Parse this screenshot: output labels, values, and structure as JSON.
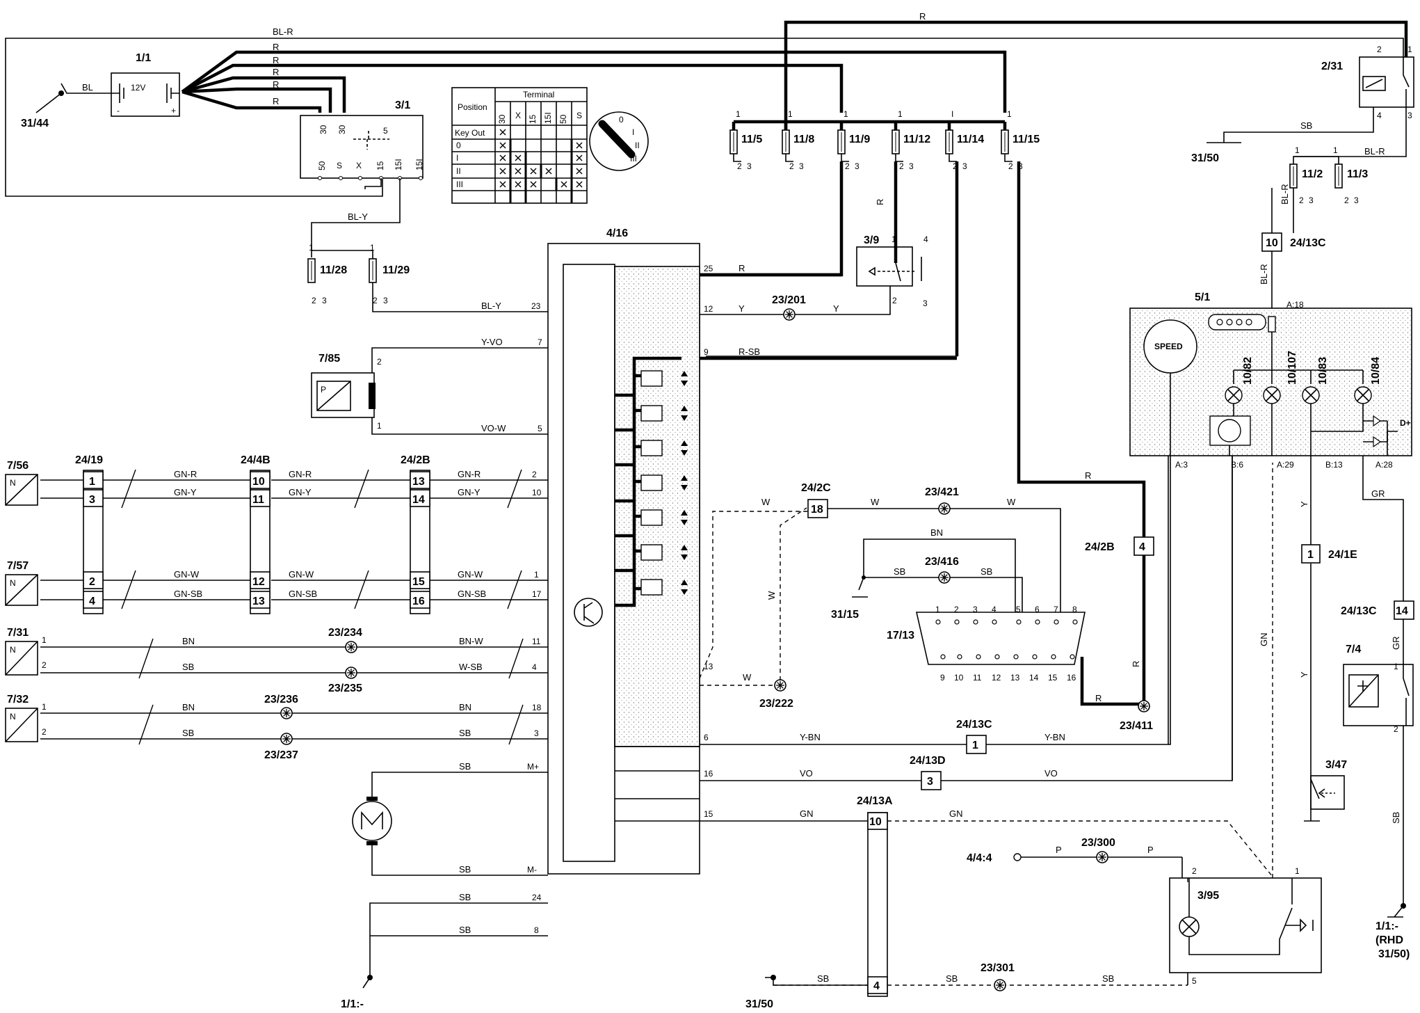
{
  "components": {
    "battery": {
      "id": "1/1",
      "voltage": "12V",
      "minus": "-",
      "plus": "+"
    },
    "ground_31_44": "31/44",
    "ignition": {
      "id": "3/1",
      "pins": [
        "30",
        "30",
        "50",
        "S",
        "X",
        "15",
        "15I",
        "15I"
      ],
      "fuse_5": "5",
      "table_header_position": "Position",
      "table_header_terminal": "Terminal",
      "table_cols": [
        "30",
        "X",
        "15",
        "15I",
        "50",
        "S"
      ],
      "table_rows": [
        "Key Out",
        "0",
        "I",
        "II",
        "III"
      ],
      "switch_positions": [
        "0",
        "I",
        "II",
        "III"
      ]
    },
    "fuses": [
      "11/5",
      "11/8",
      "11/9",
      "11/12",
      "11/14",
      "11/15",
      "11/2",
      "11/3",
      "11/28",
      "11/29"
    ],
    "relay_2_31": "2/31",
    "ground_31_50_top": "31/50",
    "module_4_16": "4/16",
    "switch_3_9": "3/9",
    "sensor_7_85": {
      "id": "7/85",
      "symbol": "P"
    },
    "sensors": [
      "7/56",
      "7/57",
      "7/31",
      "7/32"
    ],
    "sensor_symbol": "N",
    "connectors_left": [
      "24/19",
      "24/4B",
      "24/2B"
    ],
    "connector_rows": [
      [
        "1",
        "10",
        "13"
      ],
      [
        "3",
        "11",
        "14"
      ],
      [
        "2",
        "12",
        "15"
      ],
      [
        "4",
        "13",
        "16"
      ]
    ],
    "splices": [
      "23/201",
      "23/234",
      "23/235",
      "23/236",
      "23/237",
      "23/222",
      "23/421",
      "23/416",
      "23/411",
      "23/300",
      "23/301"
    ],
    "connector_24_2C": {
      "id": "24/2C",
      "pin": "18"
    },
    "connector_24_2B_right": {
      "id": "24/2B",
      "pin": "4"
    },
    "ground_31_15": "31/15",
    "diag_17_13": {
      "id": "17/13",
      "top_pins": [
        "1",
        "2",
        "3",
        "4",
        "5",
        "6",
        "7",
        "8"
      ],
      "bottom_pins": [
        "9",
        "10",
        "11",
        "12",
        "13",
        "14",
        "15",
        "16"
      ]
    },
    "cluster_5_1": {
      "id": "5/1",
      "speed": "SPEED",
      "lamps": [
        "10/82",
        "10/107",
        "10/83",
        "10/84"
      ],
      "pins": [
        "A:18",
        "A:3",
        "B:6",
        "A:29",
        "B:13",
        "A:28"
      ],
      "dplus": "D+"
    },
    "connector_24_13C_top": {
      "id": "24/13C",
      "pin": "10"
    },
    "connector_24_1E": {
      "id": "24/1E",
      "pin": "1"
    },
    "connector_24_13C_right": {
      "id": "24/13C",
      "pin": "14"
    },
    "switch_7_4": "7/4",
    "switch_3_47": "3/47",
    "connector_24_13C_bottom": {
      "id": "24/13C",
      "pin": "1"
    },
    "connector_24_13D": {
      "id": "24/13D",
      "pin": "3"
    },
    "connector_24_13A": {
      "id": "24/13A",
      "pin_top": "10",
      "pin_bottom": "4"
    },
    "node_4_4_4": "4/4:4",
    "switch_3_95": "3/95",
    "ground_1_1": "1/1:-",
    "ground_31_50_bottom": "31/50",
    "ground_rhd": [
      "1/1:-",
      "(RHD",
      "31/50)"
    ]
  },
  "module_pins_left": {
    "bl_y": "23",
    "y_vo": "7",
    "vo_w": "5",
    "gn_r": "2",
    "gn_y": "10",
    "gn_w": "1",
    "gn_sb": "17",
    "bn_w": "11",
    "w_sb": "4",
    "bn": "18",
    "sb": "3",
    "m_plus": "M+",
    "m_minus": "M-",
    "sb24": "24",
    "sb8": "8"
  },
  "module_pins_right": {
    "r": "25",
    "y": "12",
    "r_sb": "9",
    "w": "13",
    "y_bn": "6",
    "vo": "16",
    "gn": "15"
  },
  "wire_colors": {
    "BL_R": "BL-R",
    "R": "R",
    "BL": "BL",
    "BL_Y": "BL-Y",
    "Y": "Y",
    "Y_VO": "Y-VO",
    "VO_W": "VO-W",
    "R_SB": "R-SB",
    "GN_R": "GN-R",
    "GN_Y": "GN-Y",
    "GN_W": "GN-W",
    "GN_SB": "GN-SB",
    "BN": "BN",
    "BN_W": "BN-W",
    "SB": "SB",
    "W_SB": "W-SB",
    "W": "W",
    "Y_BN": "Y-BN",
    "VO": "VO",
    "GN": "GN",
    "P": "P",
    "GR": "GR"
  },
  "misc": {
    "pin1": "1",
    "pin2": "2",
    "pin3": "3",
    "pin4": "4",
    "pin5": "5",
    "fuse_pin_I": "I"
  }
}
